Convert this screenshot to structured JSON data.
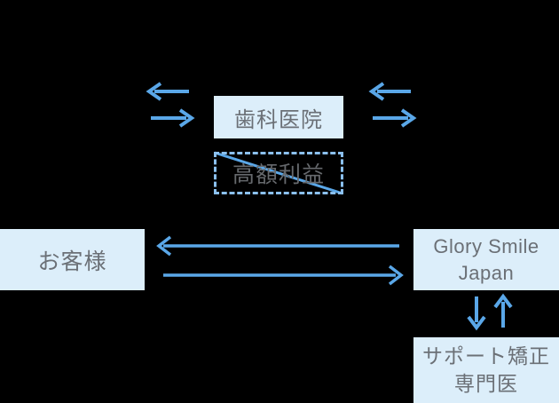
{
  "diagram": {
    "colors": {
      "background": "#000000",
      "box_fill": "#dceefa",
      "arrow": "#5aa7e8",
      "dash": "#8bc0ee",
      "text": "#6b7076"
    },
    "nodes": {
      "dental_clinic": {
        "label": "歯科医院"
      },
      "high_profit": {
        "label": "高額利益"
      },
      "customer": {
        "label": "お客様"
      },
      "glory_smile_japan": {
        "label": "Glory Smile\nJapan"
      },
      "support_orthodontist": {
        "label": "サポート矯正\n専門医"
      }
    }
  }
}
